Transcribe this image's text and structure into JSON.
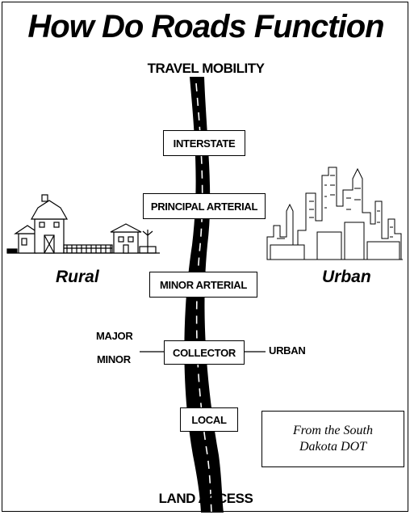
{
  "title": "How Do Roads Function",
  "top_label": "TRAVEL MOBILITY",
  "bottom_label": "LAND ACCESS",
  "road_levels": [
    "INTERSTATE",
    "PRINCIPAL ARTERIAL",
    "MINOR ARTERIAL",
    "COLLECTOR",
    "LOCAL"
  ],
  "left_side": "Rural",
  "right_side": "Urban",
  "collector_left_top": "MAJOR",
  "collector_left_bottom": "MINOR",
  "collector_right": "URBAN",
  "source_line1": "From the South",
  "source_line2": "Dakota DOT",
  "icons": [
    "barn-scene-icon",
    "city-skyline-icon",
    "road-icon"
  ]
}
